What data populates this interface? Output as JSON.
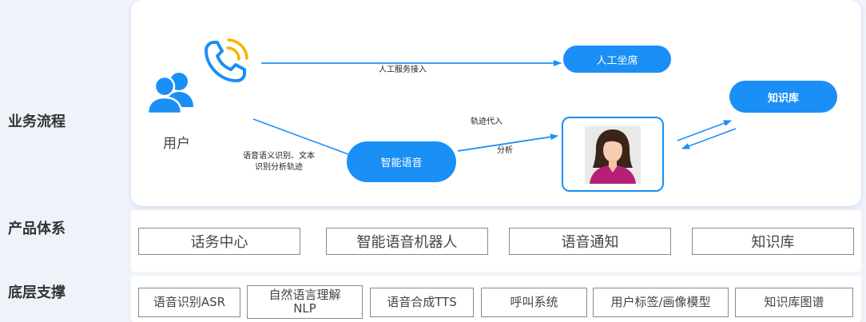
{
  "labels": {
    "business_flow": "业务流程",
    "product_system": "产品体系",
    "base_support": "底层支撑"
  },
  "flow": {
    "user": "用户",
    "human_agent": "人工坐席",
    "human_service_access": "人工服务接入",
    "smart_voice": "智能语音",
    "knowledge_base": "知识库",
    "speech_recognition_line1": "语音语义识别、文本",
    "speech_recognition_line2": "识别分析轨迹",
    "track_substitution": "轨迹代入",
    "analysis": "分析"
  },
  "products": [
    "话务中心",
    "智能语音机器人",
    "语音通知",
    "知识库"
  ],
  "base": {
    "asr": "语音识别ASR",
    "nlp_line1": "自然语言理解",
    "nlp_line2": "NLP",
    "tts": "语音合成TTS",
    "call_system": "呼叫系统",
    "user_tags": "用户标签/画像模型",
    "knowledge_graph": "知识库图谱"
  },
  "colors": {
    "accent": "#1a8ff5",
    "background": "#eef3f9",
    "panel": "#ffffff",
    "phone_ring": "#f5b400"
  }
}
